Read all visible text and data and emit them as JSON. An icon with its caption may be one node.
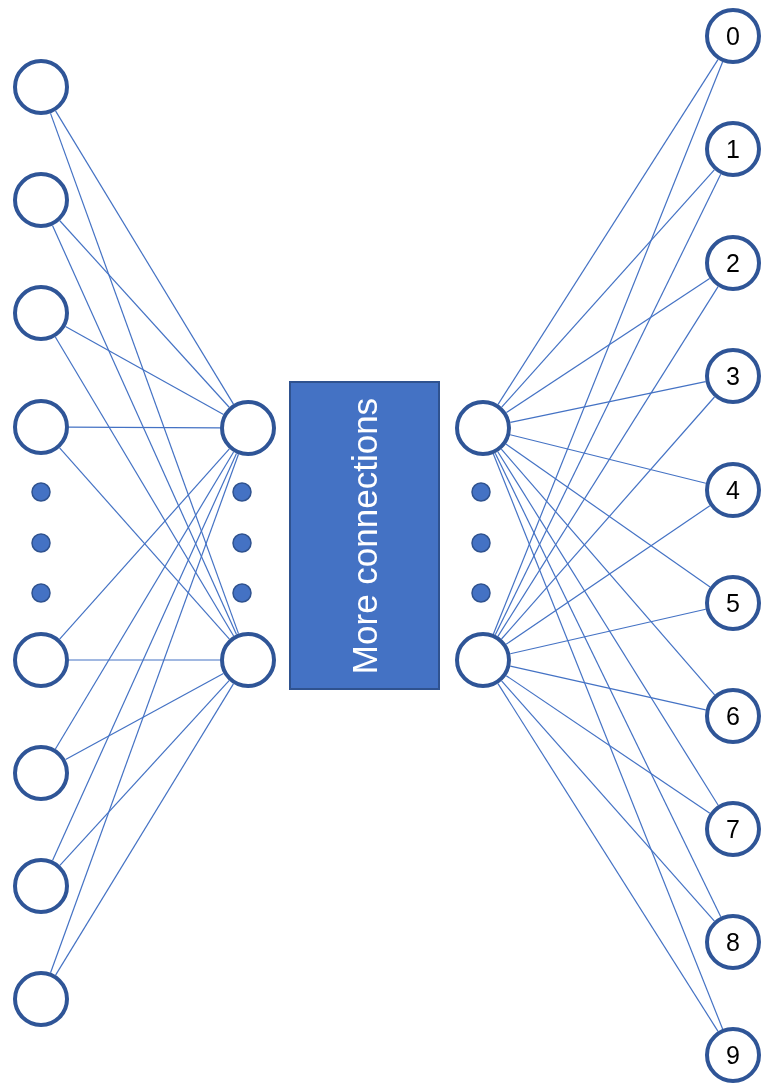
{
  "diagram": {
    "nodes": [
      {
        "text": [],
        "shape": "circle"
      },
      {
        "text": [],
        "shape": "circle"
      },
      {
        "text": [],
        "shape": "circle"
      },
      {
        "text": [],
        "shape": "circle"
      },
      {
        "text": [],
        "shape": "circle"
      },
      {
        "text": [],
        "shape": "circle"
      },
      {
        "text": [],
        "shape": "circle"
      },
      {
        "text": [],
        "shape": "circle"
      },
      {
        "text": [],
        "shape": "circle"
      },
      {
        "text": [],
        "shape": "circle"
      },
      {
        "text": [
          "More connections"
        ]
      },
      {
        "text": [],
        "shape": "circle"
      },
      {
        "text": [],
        "shape": "circle"
      },
      {
        "text": [
          "0"
        ]
      },
      {
        "text": [
          "1"
        ]
      },
      {
        "text": [
          "2"
        ]
      },
      {
        "text": [
          "3"
        ]
      },
      {
        "text": [
          "4"
        ]
      },
      {
        "text": [
          "5"
        ]
      },
      {
        "text": [
          "6"
        ]
      },
      {
        "text": [
          "7"
        ]
      },
      {
        "text": [
          "8"
        ]
      },
      {
        "text": [
          "9"
        ]
      }
    ],
    "edges": [
      {
        "from": 0,
        "to": 8,
        "arrow": "none"
      },
      {
        "from": 0,
        "to": 9,
        "arrow": "none"
      },
      {
        "from": 1,
        "to": 8,
        "arrow": "none"
      },
      {
        "from": 1,
        "to": 9,
        "arrow": "none"
      },
      {
        "from": 2,
        "to": 8,
        "arrow": "none"
      },
      {
        "from": 2,
        "to": 9,
        "arrow": "none"
      },
      {
        "from": 3,
        "to": 8,
        "arrow": "none"
      },
      {
        "from": 3,
        "to": 9,
        "arrow": "none"
      },
      {
        "from": 4,
        "to": 8,
        "arrow": "none"
      },
      {
        "from": 4,
        "to": 9,
        "arrow": "none"
      },
      {
        "from": 5,
        "to": 8,
        "arrow": "none"
      },
      {
        "from": 5,
        "to": 9,
        "arrow": "none"
      },
      {
        "from": 6,
        "to": 8,
        "arrow": "none"
      },
      {
        "from": 6,
        "to": 9,
        "arrow": "none"
      },
      {
        "from": 7,
        "to": 8,
        "arrow": "none"
      },
      {
        "from": 7,
        "to": 9,
        "arrow": "none"
      },
      {
        "from": 11,
        "to": 13,
        "arrow": "none"
      },
      {
        "from": 11,
        "to": 14,
        "arrow": "none"
      },
      {
        "from": 11,
        "to": 15,
        "arrow": "none"
      },
      {
        "from": 11,
        "to": 16,
        "arrow": "none"
      },
      {
        "from": 11,
        "to": 17,
        "arrow": "none"
      },
      {
        "from": 11,
        "to": 18,
        "arrow": "none"
      },
      {
        "from": 11,
        "to": 19,
        "arrow": "none"
      },
      {
        "from": 11,
        "to": 20,
        "arrow": "none"
      },
      {
        "from": 11,
        "to": 21,
        "arrow": "none"
      },
      {
        "from": 11,
        "to": 22,
        "arrow": "none"
      },
      {
        "from": 12,
        "to": 13,
        "arrow": "none"
      },
      {
        "from": 12,
        "to": 14,
        "arrow": "none"
      },
      {
        "from": 12,
        "to": 15,
        "arrow": "none"
      },
      {
        "from": 12,
        "to": 16,
        "arrow": "none"
      },
      {
        "from": 12,
        "to": 17,
        "arrow": "none"
      },
      {
        "from": 12,
        "to": 18,
        "arrow": "none"
      },
      {
        "from": 12,
        "to": 19,
        "arrow": "none"
      },
      {
        "from": 12,
        "to": 20,
        "arrow": "none"
      },
      {
        "from": 12,
        "to": 21,
        "arrow": "none"
      },
      {
        "from": 12,
        "to": 22,
        "arrow": "none"
      }
    ]
  }
}
